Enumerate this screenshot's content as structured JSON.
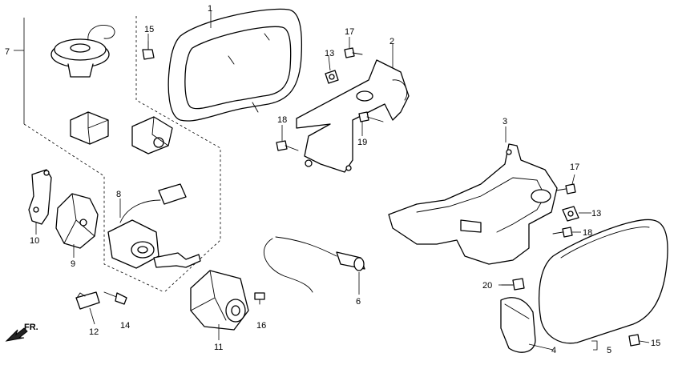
{
  "diagram": {
    "direction_label": "FR.",
    "callouts": {
      "c1": "1",
      "c2": "2",
      "c3": "3",
      "c4": "4",
      "c5": "5",
      "c6": "6",
      "c7": "7",
      "c8": "8",
      "c9": "9",
      "c10": "10",
      "c11": "11",
      "c12": "12",
      "c13a": "13",
      "c13b": "13",
      "c14": "14",
      "c15a": "15",
      "c15b": "15",
      "c16": "16",
      "c17a": "17",
      "c17b": "17",
      "c18a": "18",
      "c18b": "18",
      "c19": "19",
      "c20": "20"
    }
  }
}
